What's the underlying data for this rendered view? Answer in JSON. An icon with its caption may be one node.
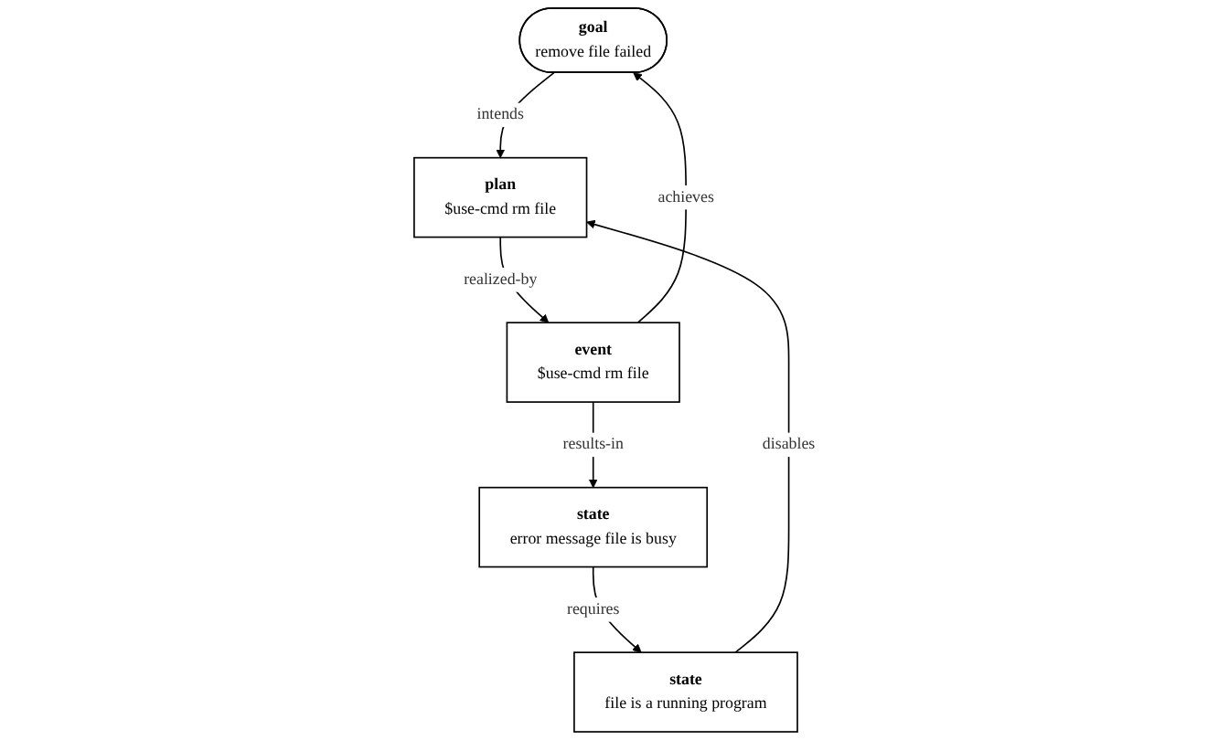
{
  "diagram": {
    "nodes": [
      {
        "text": [
          "goal",
          "remove file failed"
        ]
      },
      {
        "text": [
          "plan",
          "$use-cmd rm file"
        ]
      },
      {
        "text": [
          "event",
          "$use-cmd rm file"
        ]
      },
      {
        "text": [
          "state",
          "file is a running program"
        ]
      },
      {
        "text": [
          "state",
          "error message file is busy"
        ]
      }
    ],
    "edges": [
      {
        "from": 0,
        "to": 1,
        "arrow": "to",
        "label": "intends"
      },
      {
        "from": 2,
        "to": 0,
        "arrow": "to",
        "label": "achieves"
      },
      {
        "from": 1,
        "to": 2,
        "arrow": "to",
        "label": "realized-by"
      },
      {
        "from": 3,
        "to": 1,
        "arrow": "to",
        "label": "disables"
      },
      {
        "from": 2,
        "to": 4,
        "arrow": "to",
        "label": "results-in"
      },
      {
        "from": 4,
        "to": 3,
        "arrow": "to",
        "label": "requires"
      }
    ]
  }
}
